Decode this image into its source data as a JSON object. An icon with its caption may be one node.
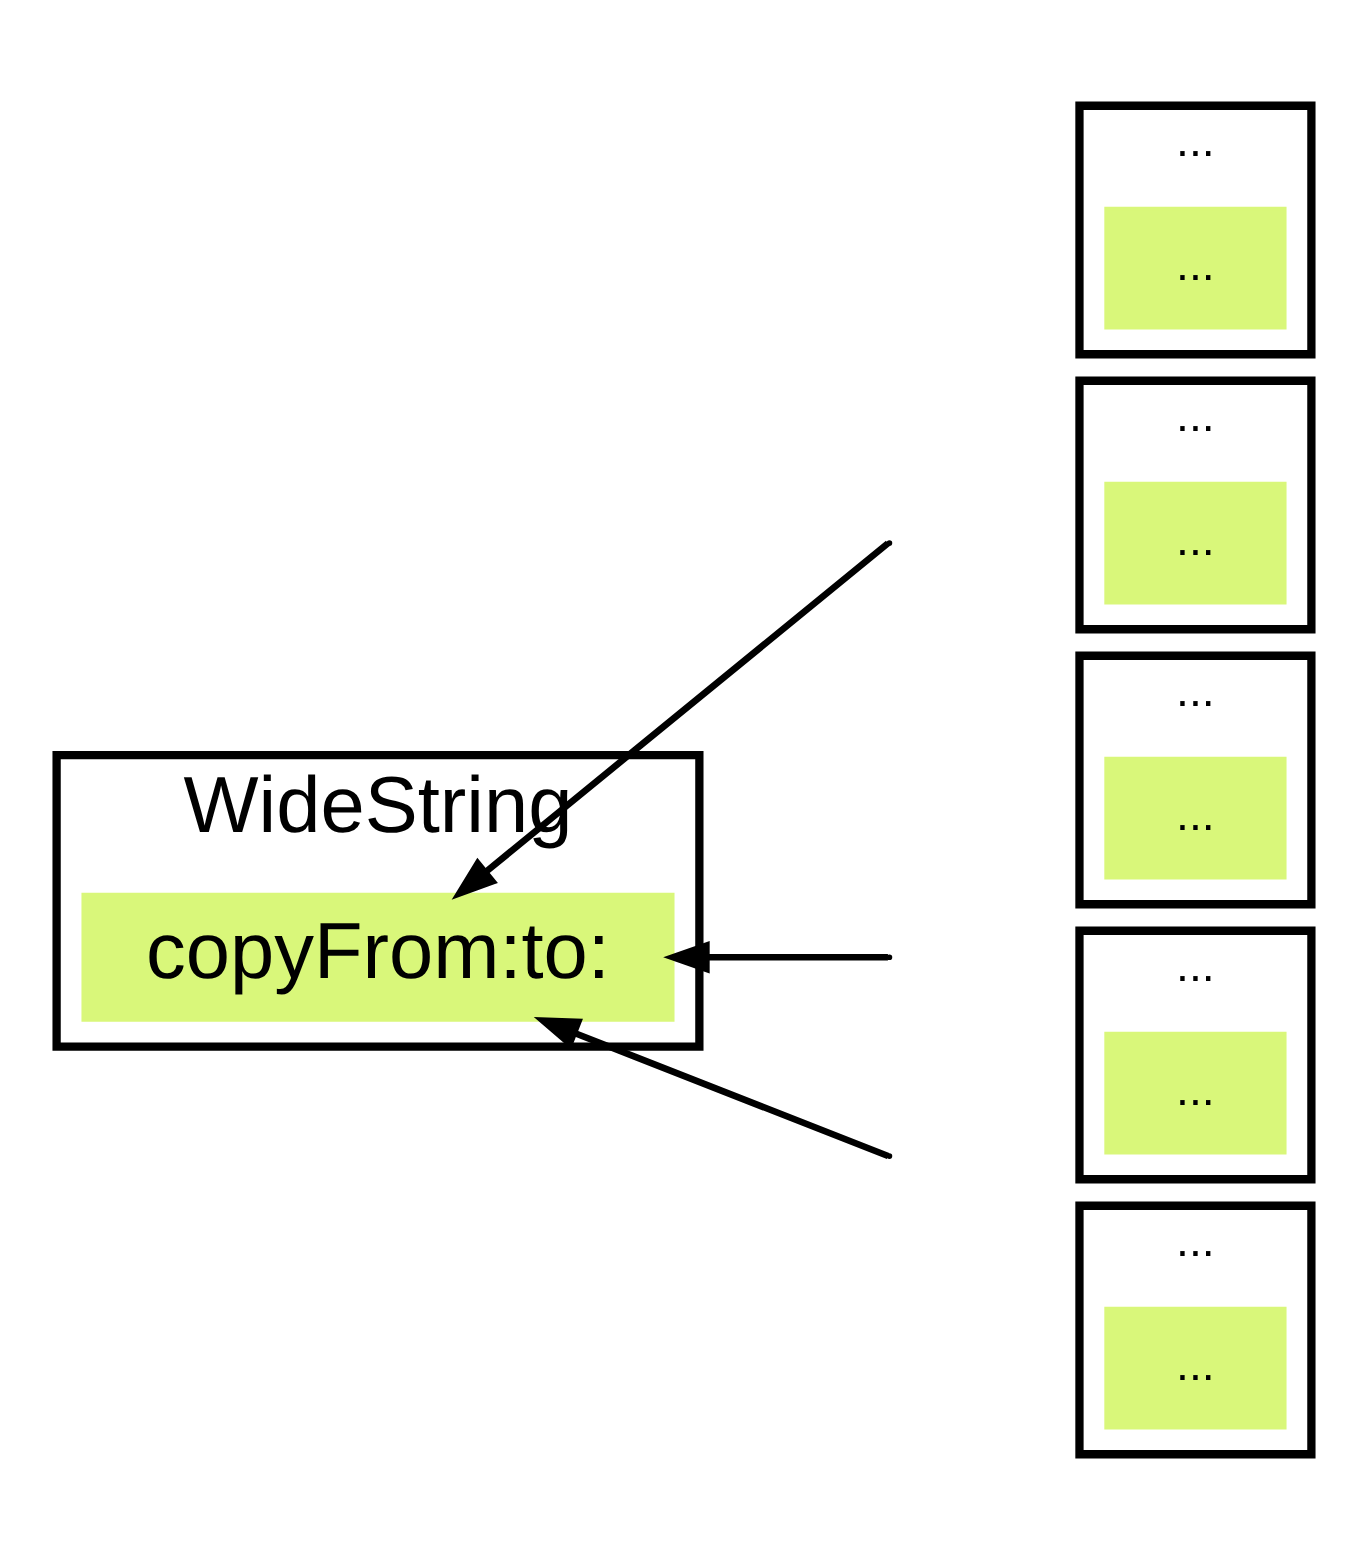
{
  "diagram": {
    "nodes": [
      {
        "text": [
          "WideString"
        ]
      },
      {
        "text": [
          "copyFrom:to:"
        ],
        "in": 0
      },
      {
        "text": [
          "..."
        ]
      },
      {
        "text": [
          "..."
        ],
        "in": 2
      },
      {
        "text": [
          "..."
        ]
      },
      {
        "text": [
          "..."
        ],
        "in": 4
      },
      {
        "text": [
          "..."
        ]
      },
      {
        "text": [
          "..."
        ],
        "in": 6
      },
      {
        "text": [
          "..."
        ]
      },
      {
        "text": [
          "..."
        ],
        "in": 8
      },
      {
        "text": [
          "..."
        ]
      },
      {
        "text": [
          "..."
        ],
        "in": 10
      }
    ],
    "edges": [
      {
        "from": null,
        "to": 1,
        "arrow": "to"
      },
      {
        "from": null,
        "to": 1,
        "arrow": "to"
      },
      {
        "from": null,
        "to": 1,
        "arrow": "to"
      }
    ]
  }
}
